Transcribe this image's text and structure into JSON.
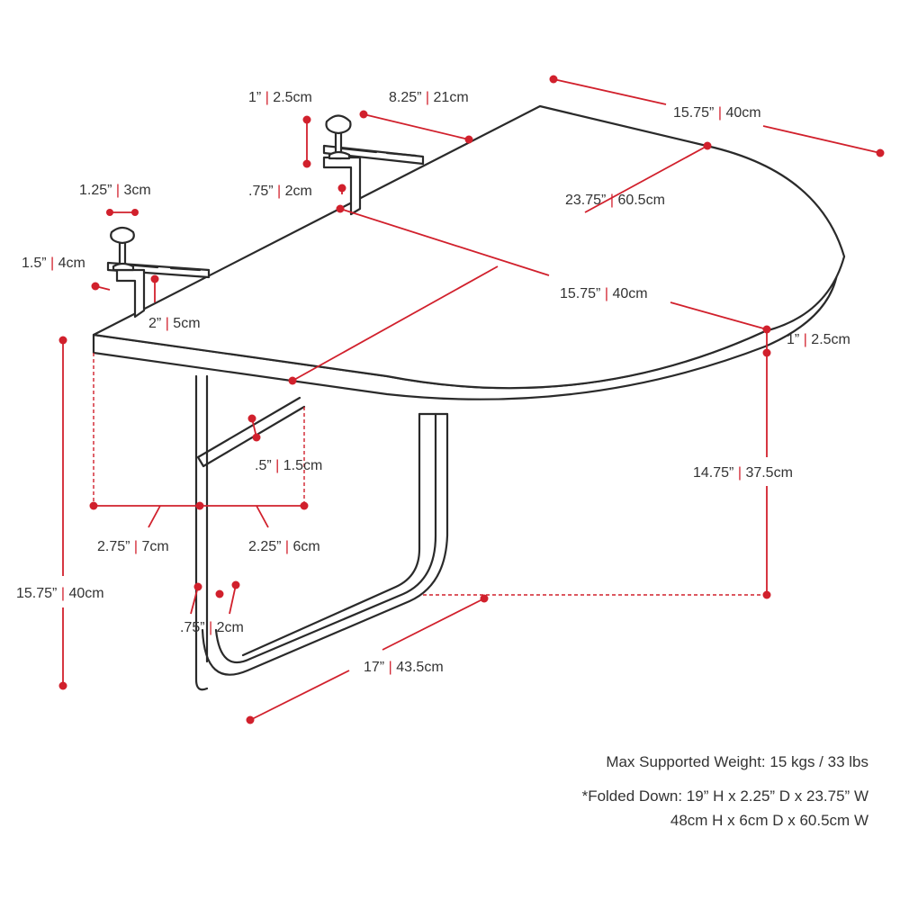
{
  "colors": {
    "dimension": "#d1202c",
    "outline": "#2a2a2a",
    "text": "#333333"
  },
  "dimensions": {
    "clamp_height": {
      "imperial": "1”",
      "metric": "2.5cm"
    },
    "bracket_length": {
      "imperial": "8.25”",
      "metric": "21cm"
    },
    "top_depth_back": {
      "imperial": "15.75”",
      "metric": "40cm"
    },
    "knob_width": {
      "imperial": "1.25”",
      "metric": "3cm"
    },
    "bracket_drop": {
      "imperial": ".75”",
      "metric": "2cm"
    },
    "diagonal_width": {
      "imperial": "23.75”",
      "metric": "60.5cm"
    },
    "screw_length": {
      "imperial": "1.5”",
      "metric": "4cm"
    },
    "top_depth": {
      "imperial": "15.75”",
      "metric": "40cm"
    },
    "clamp_gap": {
      "imperial": "2”",
      "metric": "5cm"
    },
    "top_thickness": {
      "imperial": "1”",
      "metric": "2.5cm"
    },
    "brace_thickness": {
      "imperial": ".5”",
      "metric": "1.5cm"
    },
    "leg_height": {
      "imperial": "14.75”",
      "metric": "37.5cm"
    },
    "left_offset": {
      "imperial": "2.75”",
      "metric": "7cm"
    },
    "right_offset": {
      "imperial": "2.25”",
      "metric": "6cm"
    },
    "total_height": {
      "imperial": "15.75”",
      "metric": "40cm"
    },
    "tube_width": {
      "imperial": ".75”",
      "metric": "2cm"
    },
    "base_depth": {
      "imperial": "17”",
      "metric": "43.5cm"
    }
  },
  "notes": {
    "max_weight": "Max Supported Weight: 15 kgs / 33 lbs",
    "folded_imperial": "*Folded Down: 19” H x 2.25” D x 23.75” W",
    "folded_metric": "48cm H x 6cm D x 60.5cm W"
  }
}
